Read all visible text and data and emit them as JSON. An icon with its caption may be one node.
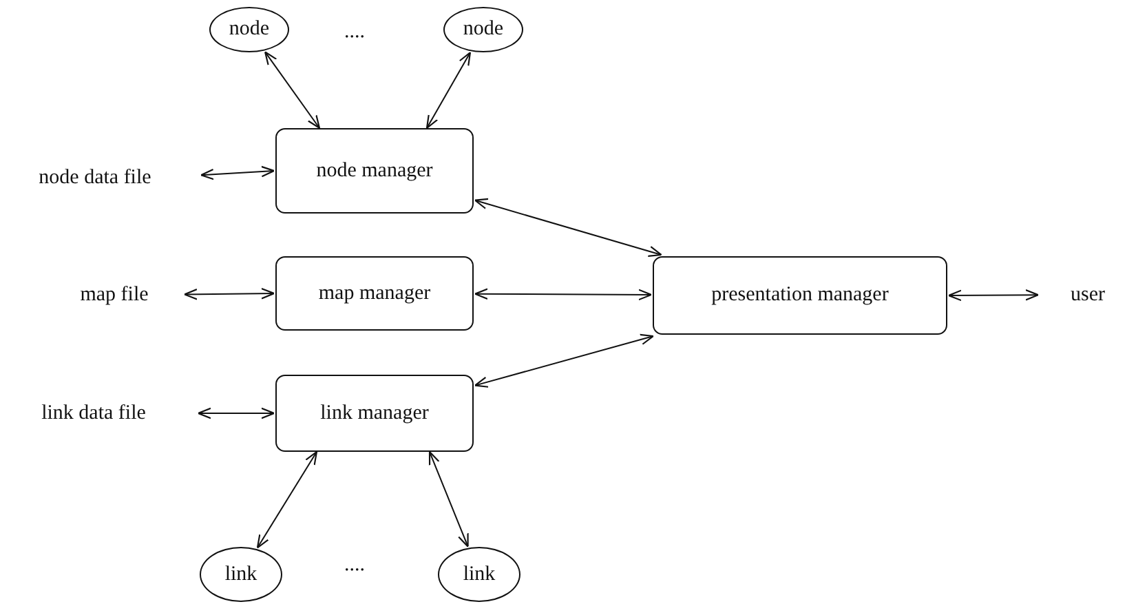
{
  "diagram": {
    "nodes": [
      {
        "text": [
          "node"
        ]
      },
      {
        "text": [
          "node"
        ]
      },
      {
        "text": [
          "node data file"
        ]
      },
      {
        "text": [
          "node manager"
        ]
      },
      {
        "text": [
          "map file"
        ]
      },
      {
        "text": [
          "map manager"
        ]
      },
      {
        "text": [
          "link data file"
        ]
      },
      {
        "text": [
          "link manager"
        ]
      },
      {
        "text": [
          "link"
        ]
      },
      {
        "text": [
          "link"
        ]
      },
      {
        "text": [
          "presentation manager"
        ]
      },
      {
        "text": [
          "user"
        ]
      }
    ],
    "edges": [
      {
        "from": 0,
        "to": 3,
        "arrow": "both"
      },
      {
        "from": 1,
        "to": 3,
        "arrow": "both"
      },
      {
        "from": 2,
        "to": 3,
        "arrow": "both"
      },
      {
        "from": 4,
        "to": 5,
        "arrow": "both"
      },
      {
        "from": 6,
        "to": 7,
        "arrow": "both"
      },
      {
        "from": 7,
        "to": 8,
        "arrow": "both"
      },
      {
        "from": 7,
        "to": 9,
        "arrow": "both"
      },
      {
        "from": 3,
        "to": 10,
        "arrow": "both"
      },
      {
        "from": 5,
        "to": 10,
        "arrow": "both"
      },
      {
        "from": 7,
        "to": 10,
        "arrow": "both"
      },
      {
        "from": 10,
        "to": 11,
        "arrow": "both"
      }
    ],
    "labels": [
      "....",
      "...."
    ]
  }
}
